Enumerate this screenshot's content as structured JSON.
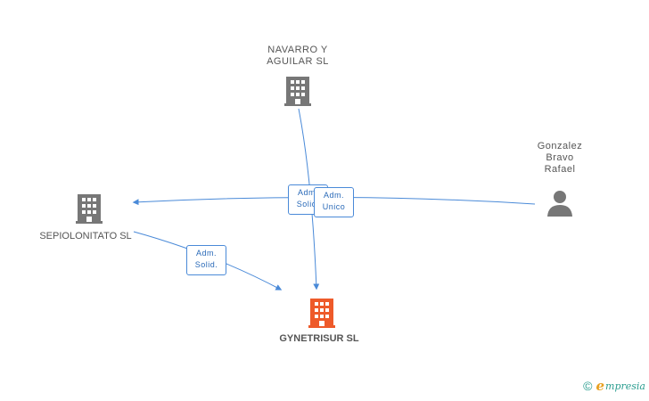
{
  "nodes": {
    "navarro": {
      "label": "NAVARRO Y\nAGUILAR SL",
      "type": "company",
      "color": "#777777"
    },
    "gonzalez": {
      "label": "Gonzalez\nBravo\nRafael",
      "type": "person",
      "color": "#777777"
    },
    "sepiolonitato": {
      "label": "SEPIOLONITATO SL",
      "type": "company",
      "color": "#777777"
    },
    "gynetrisur": {
      "label": "GYNETRISUR SL",
      "type": "company",
      "color": "#ee5a2a"
    }
  },
  "edges": {
    "navarro_to_gynetrisur": {
      "label": "Adm.\nSolid."
    },
    "gonzalez_to_sepiolonitato": {
      "label": "Adm.\nUnico"
    },
    "sepiolonitato_to_gynetrisur": {
      "label": "Adm.\nSolid."
    }
  },
  "colors": {
    "edge": "#4a8ad8",
    "company_icon": "#777777",
    "focus_icon": "#ee5a2a"
  },
  "brand": {
    "copyright_symbol": "©",
    "logo_letter": "e",
    "name": "mpresia"
  }
}
